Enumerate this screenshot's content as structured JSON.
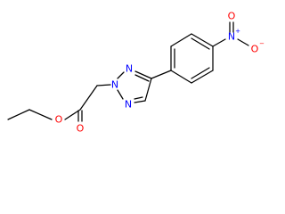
{
  "molecule": {
    "atoms": {
      "ester_o": {
        "label": "O",
        "color": "#ff0000"
      },
      "carbonyl_o": {
        "label": "O",
        "color": "#ff0000"
      },
      "triazole_n1": {
        "label": "N",
        "color": "#0000ff"
      },
      "triazole_n2": {
        "label": "N",
        "color": "#0000ff"
      },
      "triazole_n3": {
        "label": "N",
        "color": "#0000ff"
      },
      "nitro_n": {
        "label": "N",
        "color": "#0000ff",
        "charge": "+"
      },
      "nitro_o_double": {
        "label": "O",
        "color": "#ff0000"
      },
      "nitro_o_single": {
        "label": "O",
        "color": "#ff0000",
        "charge": "−"
      }
    },
    "bond_color": "#000000"
  }
}
